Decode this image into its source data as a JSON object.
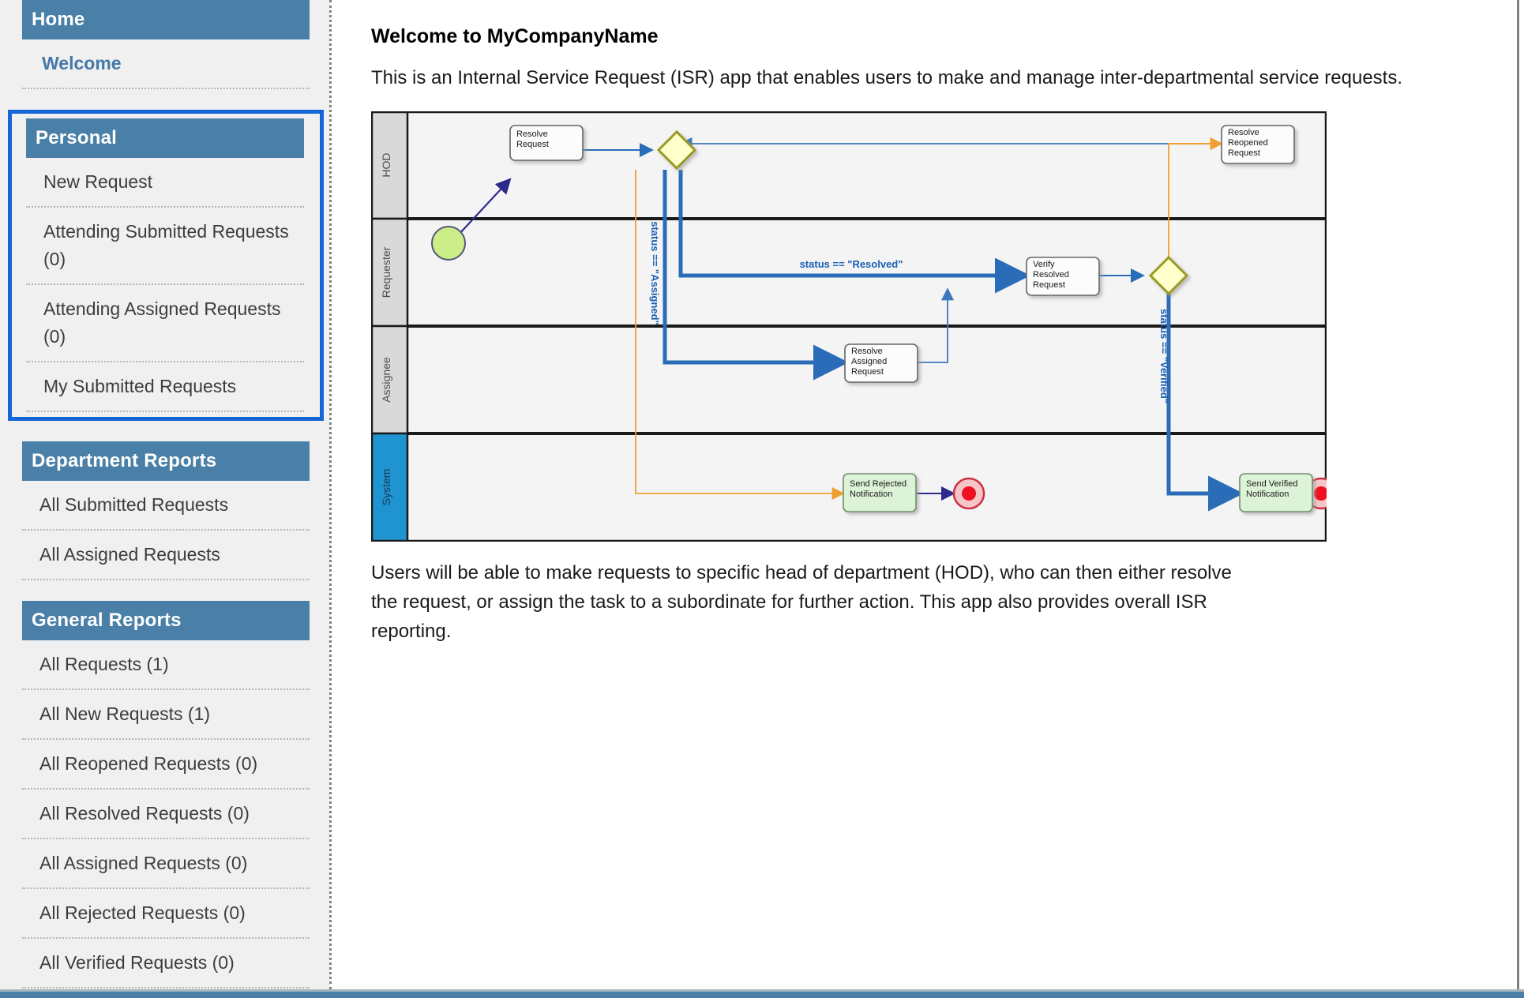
{
  "sidebar": {
    "sections": [
      {
        "title": "Home",
        "items": [
          {
            "label": "Welcome",
            "active": true
          }
        ]
      },
      {
        "title": "Personal",
        "focused": true,
        "items": [
          {
            "label": "New Request",
            "active": false
          },
          {
            "label": "Attending Submitted Requests (0)",
            "active": false
          },
          {
            "label": "Attending Assigned Requests (0)",
            "active": false
          },
          {
            "label": "My Submitted Requests",
            "active": false
          }
        ]
      },
      {
        "title": "Department Reports",
        "items": [
          {
            "label": "All Submitted Requests",
            "active": false
          },
          {
            "label": "All Assigned Requests",
            "active": false
          }
        ]
      },
      {
        "title": "General Reports",
        "items": [
          {
            "label": "All Requests (1)",
            "active": false
          },
          {
            "label": "All New Requests (1)",
            "active": false
          },
          {
            "label": "All Reopened Requests (0)",
            "active": false
          },
          {
            "label": "All Resolved Requests (0)",
            "active": false
          },
          {
            "label": "All Assigned Requests (0)",
            "active": false
          },
          {
            "label": "All Rejected Requests (0)",
            "active": false
          },
          {
            "label": "All Verified Requests (0)",
            "active": false
          }
        ]
      }
    ]
  },
  "main": {
    "title": "Welcome to MyCompanyName",
    "intro": "This is an Internal Service Request (ISR) app that enables users to make and manage inter-departmental service requests.",
    "outro": "Users will be able to make requests to specific head of department (HOD), who can then either resolve the request, or assign the task to a subordinate for further action. This app also provides overall ISR reporting."
  },
  "diagram": {
    "type": "bpmn-swimlane",
    "lanes": [
      {
        "name": "HOD",
        "header_color": "#d9d9d9",
        "label_color": "#4d4d4d"
      },
      {
        "name": "Requester",
        "header_color": "#d9d9d9",
        "label_color": "#4d4d4d"
      },
      {
        "name": "Assignee",
        "header_color": "#d9d9d9",
        "label_color": "#4d4d4d"
      },
      {
        "name": "System",
        "header_color": "#1f94d0",
        "label_color": "#1a3a52"
      }
    ],
    "tasks": [
      {
        "id": "resolve-request",
        "label": "Resolve\nRequest",
        "lane": "HOD",
        "fill": "#fcfcfc"
      },
      {
        "id": "resolve-reopened",
        "label": "Resolve\nReopened\nRequest",
        "lane": "HOD",
        "fill": "#fcfcfc"
      },
      {
        "id": "verify-resolved",
        "label": "Verify\nResolved\nRequest",
        "lane": "Requester",
        "fill": "#fcfcfc"
      },
      {
        "id": "resolve-assigned",
        "label": "Resolve\nAssigned\nRequest",
        "lane": "Assignee",
        "fill": "#fcfcfc"
      },
      {
        "id": "send-rejected-notif",
        "label": "Send Rejected\nNotification",
        "lane": "System",
        "fill": "#ddf3d8"
      },
      {
        "id": "send-verified-notif",
        "label": "Send Verified\nNotification",
        "lane": "System",
        "fill": "#ddf3d8"
      }
    ],
    "task_labels": {
      "resolve_request_l1": "Resolve",
      "resolve_request_l2": "Request",
      "resolve_reopened_l1": "Resolve",
      "resolve_reopened_l2": "Reopened",
      "resolve_reopened_l3": "Request",
      "verify_resolved_l1": "Verify",
      "verify_resolved_l2": "Resolved",
      "verify_resolved_l3": "Request",
      "resolve_assigned_l1": "Resolve",
      "resolve_assigned_l2": "Assigned",
      "resolve_assigned_l3": "Request",
      "send_rejected_l1": "Send Rejected",
      "send_rejected_l2": "Notification",
      "send_verified_l1": "Send Verified",
      "send_verified_l2": "Notification"
    },
    "events": [
      {
        "id": "start",
        "kind": "start-event",
        "lane": "Requester",
        "fill": "#ccee88"
      },
      {
        "id": "end-reject",
        "kind": "end-event",
        "lane": "System",
        "fill": "#f6c5c7"
      },
      {
        "id": "end-verify",
        "kind": "end-event",
        "lane": "System",
        "fill": "#f6c5c7"
      }
    ],
    "gateways": [
      {
        "id": "gw-hod",
        "lane": "HOD",
        "fill": "#ffffcc",
        "stroke": "#9a9a22"
      },
      {
        "id": "gw-requester",
        "lane": "Requester",
        "fill": "#ffffcc",
        "stroke": "#9a9a22"
      }
    ],
    "flow_labels": [
      {
        "text": "status == \"Assigned\"",
        "orientation": "vertical",
        "color": "#1a5fb4"
      },
      {
        "text": "status == \"Resolved\"",
        "orientation": "horizontal",
        "color": "#1a5fb4"
      },
      {
        "text": "status == \"Verified\"",
        "orientation": "vertical",
        "color": "#1a5fb4"
      }
    ],
    "colors": {
      "flow_blue": "#2b6cb8",
      "flow_orange": "#f0a030",
      "flow_navy": "#2b2b8c",
      "lane_bg": "#f4f4f4",
      "border": "#1a1a1a"
    }
  },
  "theme": {
    "accent": "#4a80a8",
    "focus_ring": "#1565d8",
    "sidebar_bg": "#f0f0f0",
    "link": "#4478a8"
  }
}
